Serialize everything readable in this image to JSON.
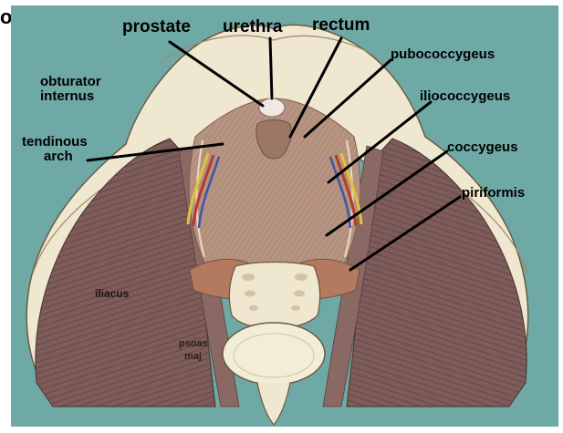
{
  "figure": {
    "corner_mark": "o",
    "colors": {
      "background": "#6fa9a6",
      "bone": "#efe7cf",
      "bone_outline": "#6b5a44",
      "muscle_dark": "#7d5c5a",
      "muscle_fiber": "#5a3e3d",
      "pelvic_floor": "#b69481",
      "tendon": "#b47a60",
      "nerve_yellow": "#e1c33a",
      "vessel_red": "#b63a2e",
      "vessel_blue": "#3d55a8"
    }
  },
  "labels": {
    "prostate": "prostate",
    "urethra": "urethra",
    "rectum": "rectum",
    "pubococcygeus": "pubococcygeus",
    "obturator_internus_line1": "obturator",
    "obturator_internus_line2": "internus",
    "iliococcygeus": "iliococcygeus",
    "tendinous_arch_line1": "tendinous",
    "tendinous_arch_line2": "arch",
    "coccygeus": "coccygeus",
    "piriformis": "piriformis",
    "iliacus": "iliacus",
    "psoas_line1": "psoas",
    "psoas_line2": "maj"
  }
}
